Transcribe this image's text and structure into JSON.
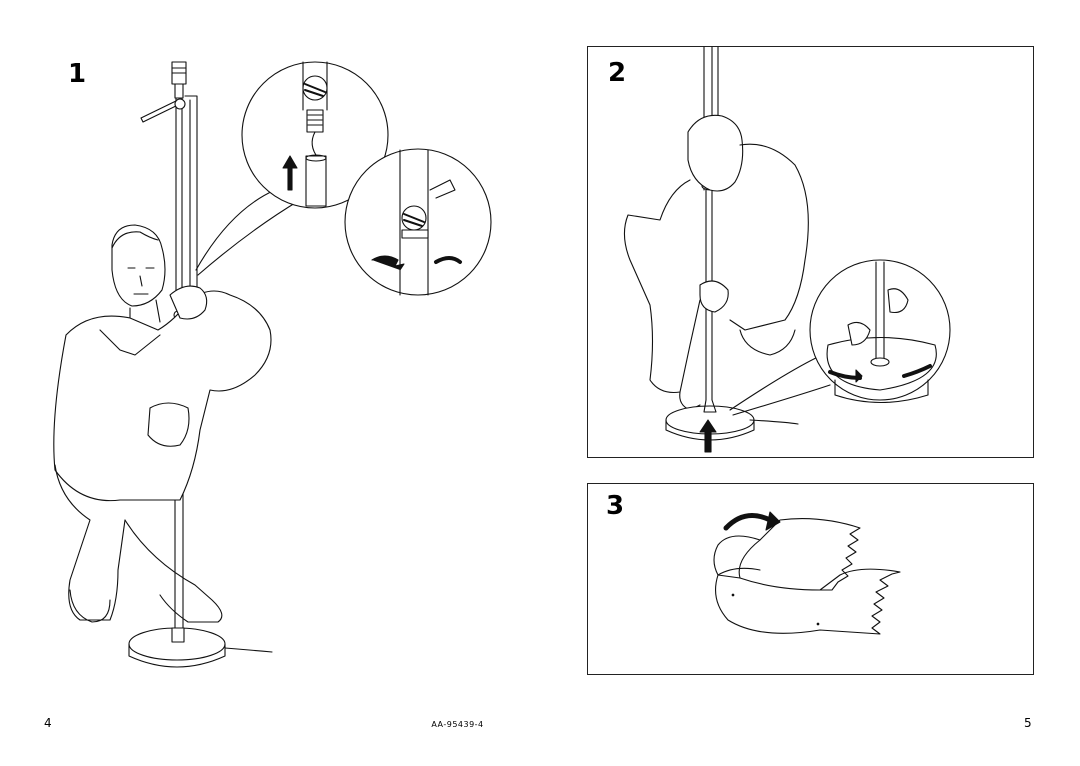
{
  "steps": {
    "step1": "1",
    "step2": "2",
    "step3": "3"
  },
  "footer": {
    "left_page": "4",
    "doc_code": "AA-95439-4",
    "right_page": "5"
  }
}
